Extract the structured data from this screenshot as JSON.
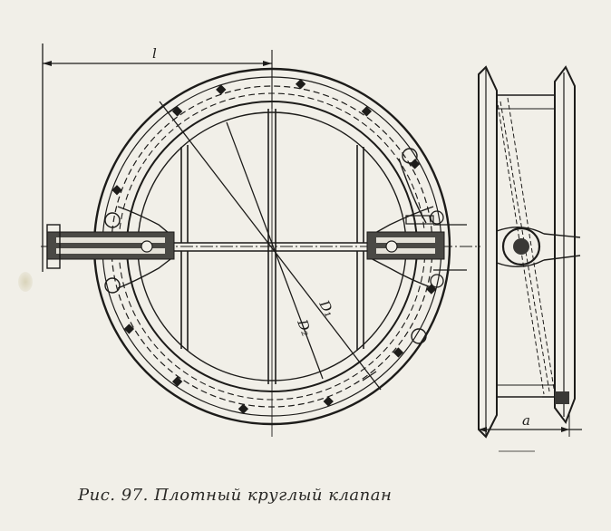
{
  "figure": {
    "caption": "Рис. 97. Плотный круглый клапан",
    "labels": {
      "length": "l",
      "outer_diameter": "D₁",
      "inner_diameter": "D₂",
      "width": "a"
    },
    "colors": {
      "ink": "#1d1c1a",
      "paper": "#f1efe8"
    }
  }
}
